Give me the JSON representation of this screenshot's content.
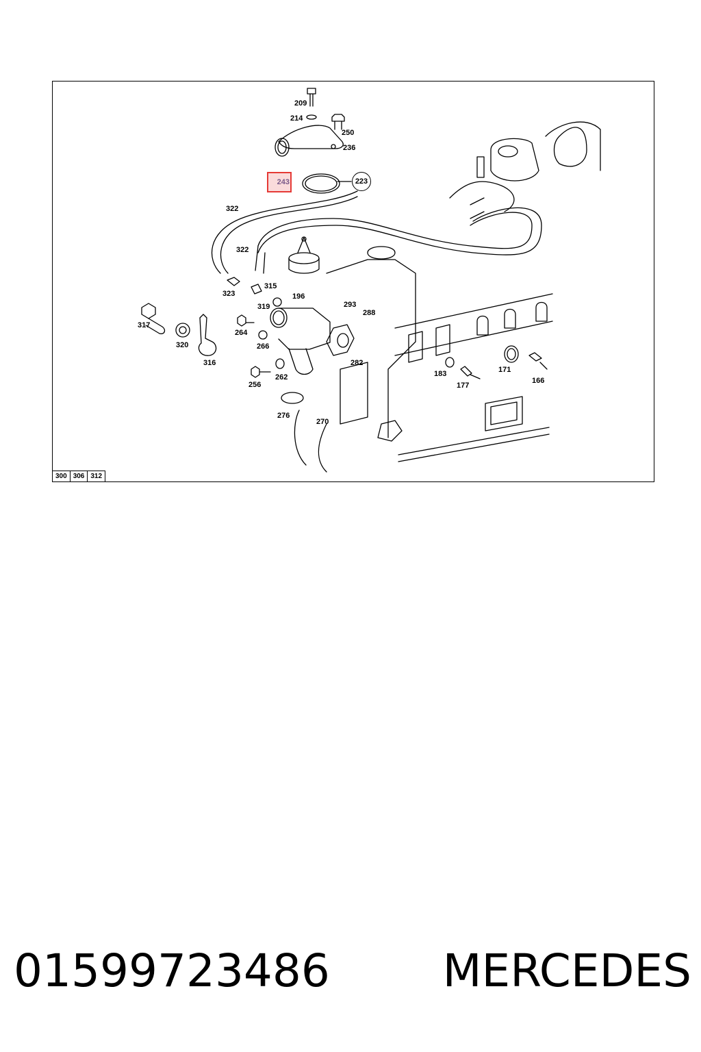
{
  "diagram": {
    "highlighted_part": "243",
    "circled_part": "223",
    "callouts": [
      "209",
      "214",
      "250",
      "236",
      "322",
      "322",
      "323",
      "315",
      "319",
      "196",
      "293",
      "288",
      "317",
      "320",
      "316",
      "264",
      "266",
      "256",
      "262",
      "276",
      "270",
      "282",
      "183",
      "177",
      "171",
      "166"
    ],
    "page_refs": [
      "300",
      "306",
      "312"
    ]
  },
  "footer": {
    "part_number": "01599723486",
    "brand": "MERCEDES"
  },
  "colors": {
    "highlight_border": "#e53935",
    "highlight_fill": "rgba(229,57,53,0.18)",
    "line_art": "#000000"
  }
}
